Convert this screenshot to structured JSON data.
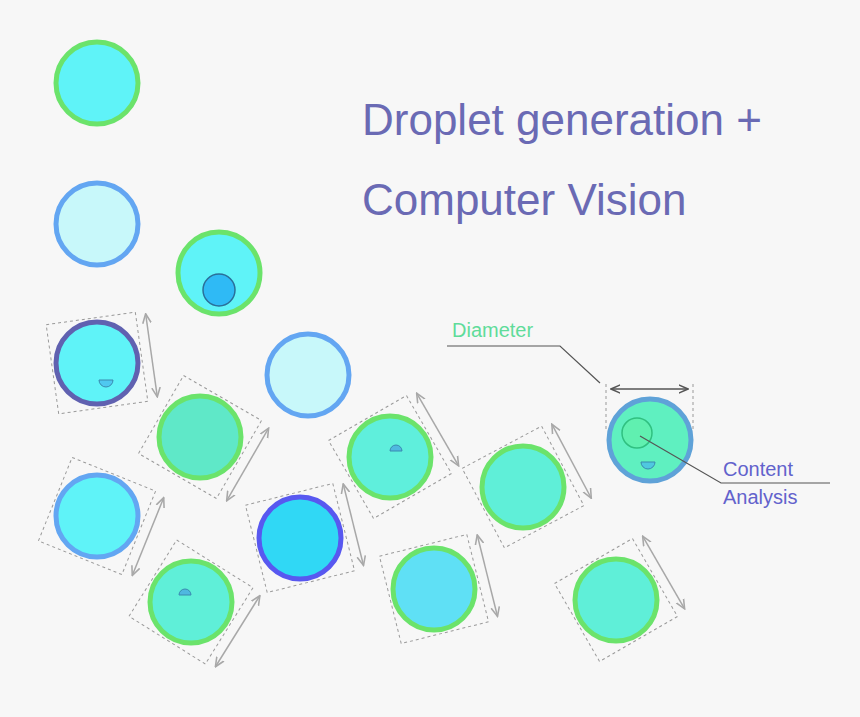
{
  "diagram": {
    "title": "Droplet generation + Computer Vision",
    "labels": [
      "Diameter",
      "Content Analysis"
    ]
  }
}
